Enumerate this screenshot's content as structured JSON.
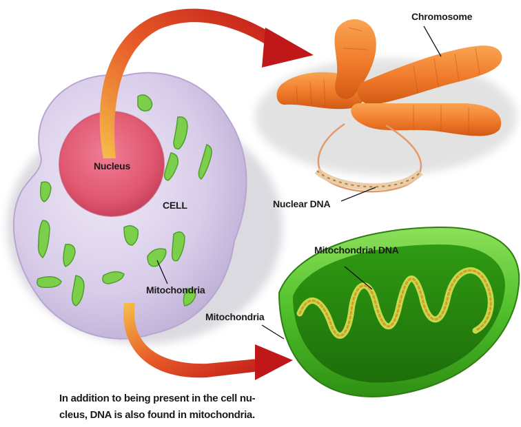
{
  "labels": {
    "chromosome": "Chromosome",
    "nucleus": "Nucleus",
    "cell": "CELL",
    "nuclear_dna": "Nuclear DNA",
    "mitochondrial_dna": "Mitochondrial DNA",
    "mitochondria_cell": "Mitochondria",
    "mitochondria_organelle": "Mitochondria"
  },
  "caption": {
    "line1": "In addition to being present in the cell nu-",
    "line2": "cleus, DNA is also found in mitochondria."
  },
  "colors": {
    "cell_body": "#d9cdea",
    "nucleus": "#e4607c",
    "chromosome": "#f07a2a",
    "mitochondrion": "#4fbf2a",
    "arrow_start": "#f5c04a",
    "arrow_end": "#c01818"
  }
}
